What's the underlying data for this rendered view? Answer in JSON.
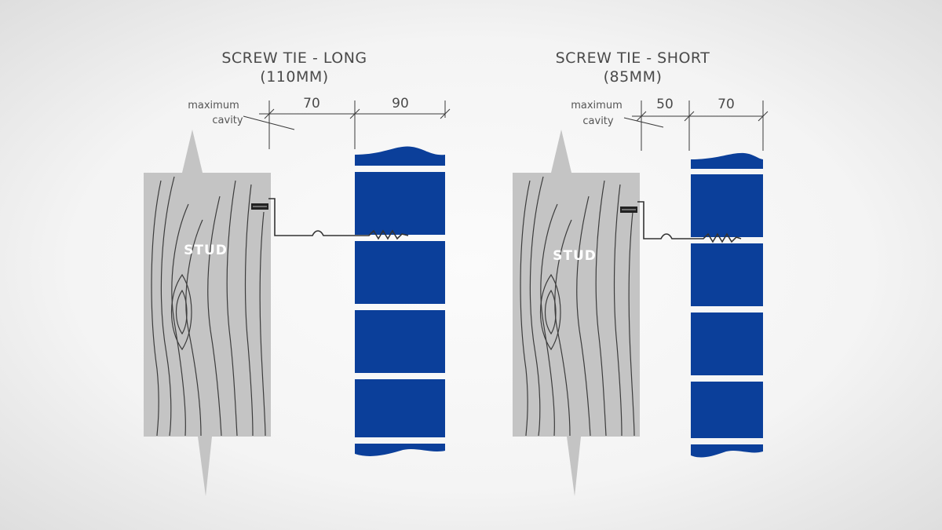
{
  "colors": {
    "brick": "#0b3f9a",
    "stud": "#c4c4c4",
    "grain": "#3c3c3c"
  },
  "details": [
    {
      "title_line1": "SCREW TIE - LONG",
      "title_line2": "(110MM)",
      "cavity_label_1": "maximum",
      "cavity_label_2": "cavity",
      "cavity_dim": "70",
      "brick_dim": "90",
      "stud_label": "STUD"
    },
    {
      "title_line1": "SCREW TIE - SHORT",
      "title_line2": "(85MM)",
      "cavity_label_1": "maximum",
      "cavity_label_2": "cavity",
      "cavity_dim": "50",
      "brick_dim": "70",
      "stud_label": "STUD"
    }
  ]
}
